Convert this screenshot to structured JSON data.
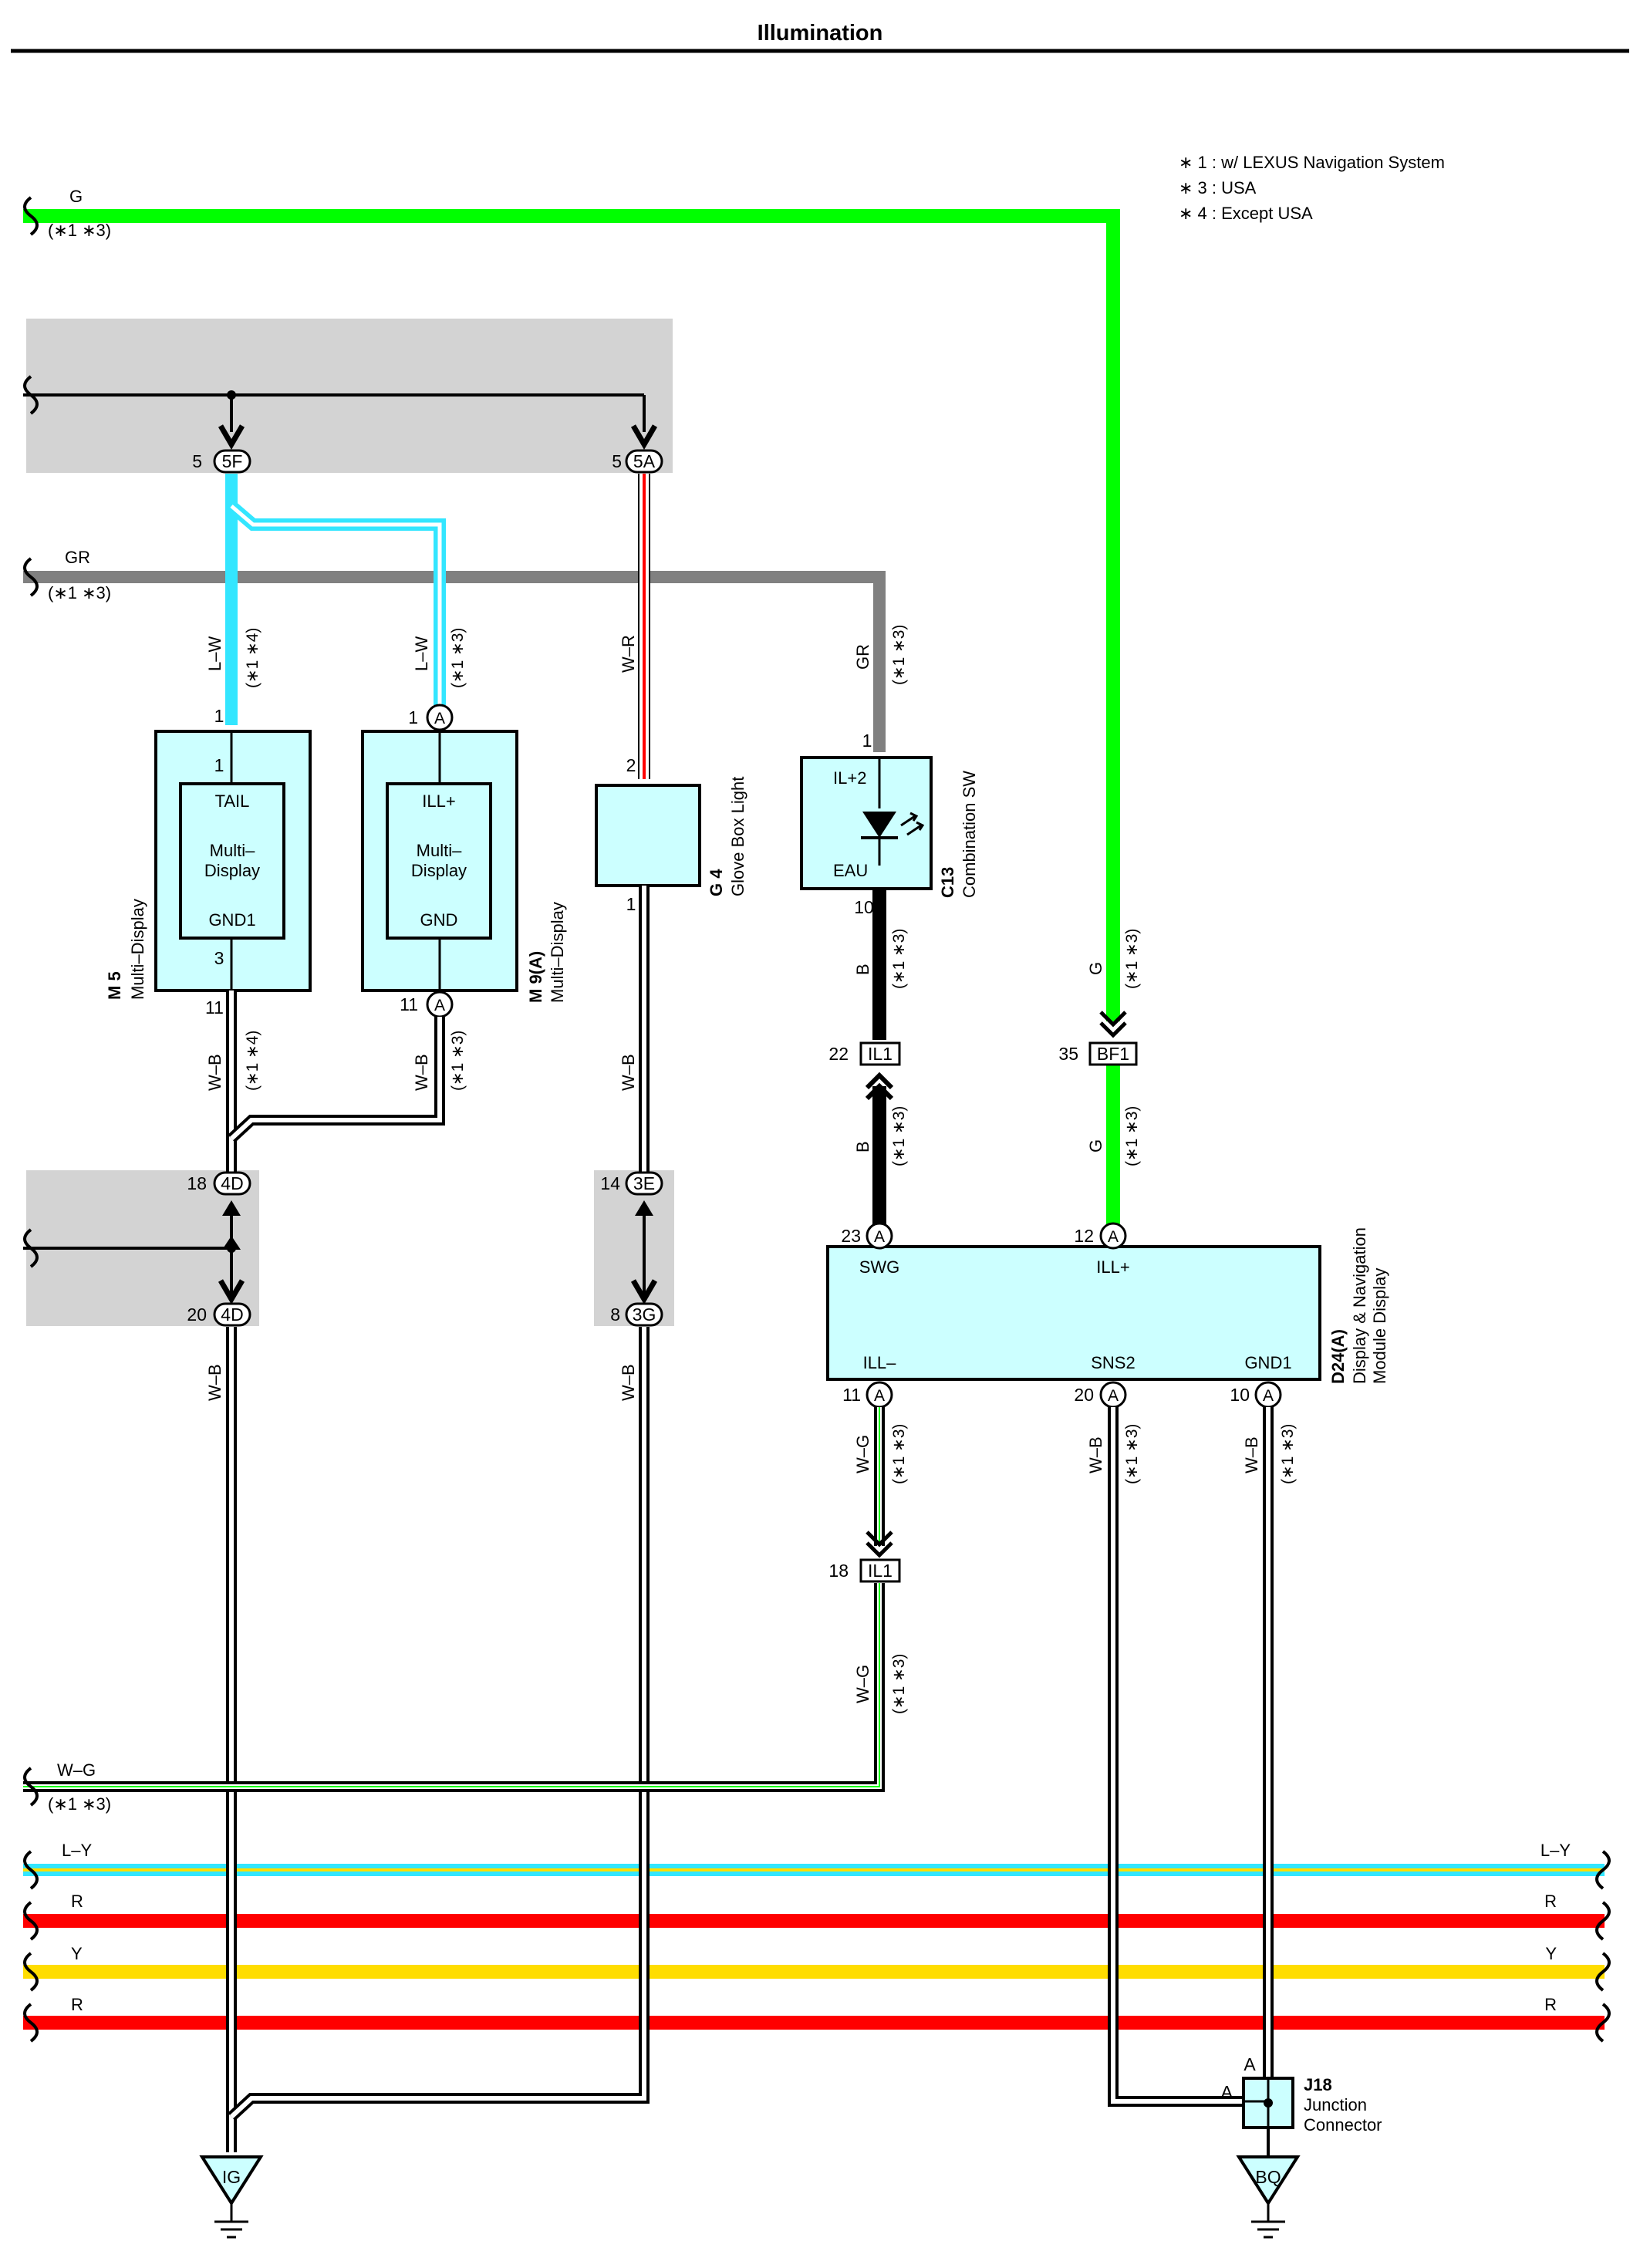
{
  "title": "Illumination",
  "notes": [
    "∗ 1 : w/ LEXUS Navigation System",
    "∗ 3 : USA",
    "∗ 4 : Except USA"
  ],
  "colors": {
    "G": "#00ff00",
    "GR": "#808080",
    "L": "#33e6ff",
    "R": "#ff0000",
    "Y": "#ffdd00",
    "B": "#000000",
    "W": "#ffffff",
    "box": "#ccffff",
    "shade": "#d3d3d3"
  },
  "wires": {
    "top_G": {
      "code": "G",
      "cond": "(∗1 ∗3)"
    },
    "GR": {
      "code": "GR",
      "cond": "(∗1 ∗3)"
    },
    "WG_left": {
      "code": "W–G",
      "cond": "(∗1 ∗3)"
    },
    "LY": "L–Y",
    "R1": "R",
    "Y": "Y",
    "R2": "R",
    "LW_M5": {
      "code": "L–W",
      "cond": "(∗1 ∗4)"
    },
    "LW_M9": {
      "code": "L–W",
      "cond": "(∗1 ∗3)"
    },
    "WR": "W–R",
    "GR_C13": {
      "code": "GR",
      "cond": "(∗1 ∗3)"
    },
    "G_BF1": {
      "code": "G",
      "cond": "(∗1 ∗3)"
    },
    "G_D24": {
      "code": "G",
      "cond": "(∗1 ∗3)"
    },
    "WB_M5": {
      "code": "W–B",
      "cond": "(∗1 ∗4)"
    },
    "WB_M9": {
      "code": "W–B",
      "cond": "(∗1 ∗3)"
    },
    "WB_G4": "W–B",
    "B_C13": {
      "code": "B",
      "cond": "(∗1 ∗3)"
    },
    "B_D24": {
      "code": "B",
      "cond": "(∗1 ∗3)"
    },
    "WB_4D": "W–B",
    "WB_3G": "W–B",
    "WG_ILL": {
      "code": "W–G",
      "cond": "(∗1 ∗3)"
    },
    "WG_IL1": {
      "code": "W–G",
      "cond": "(∗1 ∗3)"
    },
    "WB_SNS2": {
      "code": "W–B",
      "cond": "(∗1 ∗3)"
    },
    "WB_GND1": {
      "code": "W–B",
      "cond": "(∗1 ∗3)"
    }
  },
  "connectors": {
    "c5F": {
      "pin": "5",
      "id": "5F"
    },
    "c5A": {
      "pin": "5",
      "id": "5A"
    },
    "c4D_top": {
      "pin": "18",
      "id": "4D"
    },
    "c4D_bot": {
      "pin": "20",
      "id": "4D"
    },
    "c3E": {
      "pin": "14",
      "id": "3E"
    },
    "c3G": {
      "pin": "8",
      "id": "3G"
    },
    "IL1_top": {
      "pin": "22",
      "id": "IL1"
    },
    "BF1": {
      "pin": "35",
      "id": "BF1"
    },
    "IL1_bot": {
      "pin": "18",
      "id": "IL1"
    }
  },
  "components": {
    "M5": {
      "code": "M 5",
      "name": "Multi–Display",
      "inner_top": "TAIL",
      "inner_mid1": "Multi–",
      "inner_mid2": "Display",
      "inner_bot": "GND1",
      "pin_in_out": "1",
      "pin_in": "1",
      "pin_gnd_in": "3",
      "pin_gnd_out": "11"
    },
    "M9": {
      "code": "M 9(A)",
      "name": "Multi–Display",
      "inner_top": "ILL+",
      "inner_mid1": "Multi–",
      "inner_mid2": "Display",
      "inner_bot": "GND",
      "pin_top": "1",
      "pin_bot": "11",
      "tag": "A"
    },
    "G4": {
      "code": "G 4",
      "name": "Glove Box Light",
      "pin_top": "2",
      "pin_bot": "1"
    },
    "C13": {
      "code": "C13",
      "name": "Combination SW",
      "top_label": "IL+2",
      "bot_label": "EAU",
      "pin_top": "1",
      "pin_bot": "10"
    },
    "D24": {
      "code": "D24(A)",
      "name1": "Display & Navigation",
      "name2": "Module Display",
      "SWG": "SWG",
      "ILLp": "ILL+",
      "ILLm": "ILL–",
      "SNS2": "SNS2",
      "GND1": "GND1",
      "p23": "23",
      "p12": "12",
      "p11": "11",
      "p20": "20",
      "p10": "10",
      "tag": "A"
    },
    "J18": {
      "code": "J18",
      "name1": "Junction",
      "name2": "Connector",
      "pinA1": "A",
      "pinA2": "A"
    }
  },
  "grounds": {
    "IG": "IG",
    "BQ": "BQ"
  }
}
